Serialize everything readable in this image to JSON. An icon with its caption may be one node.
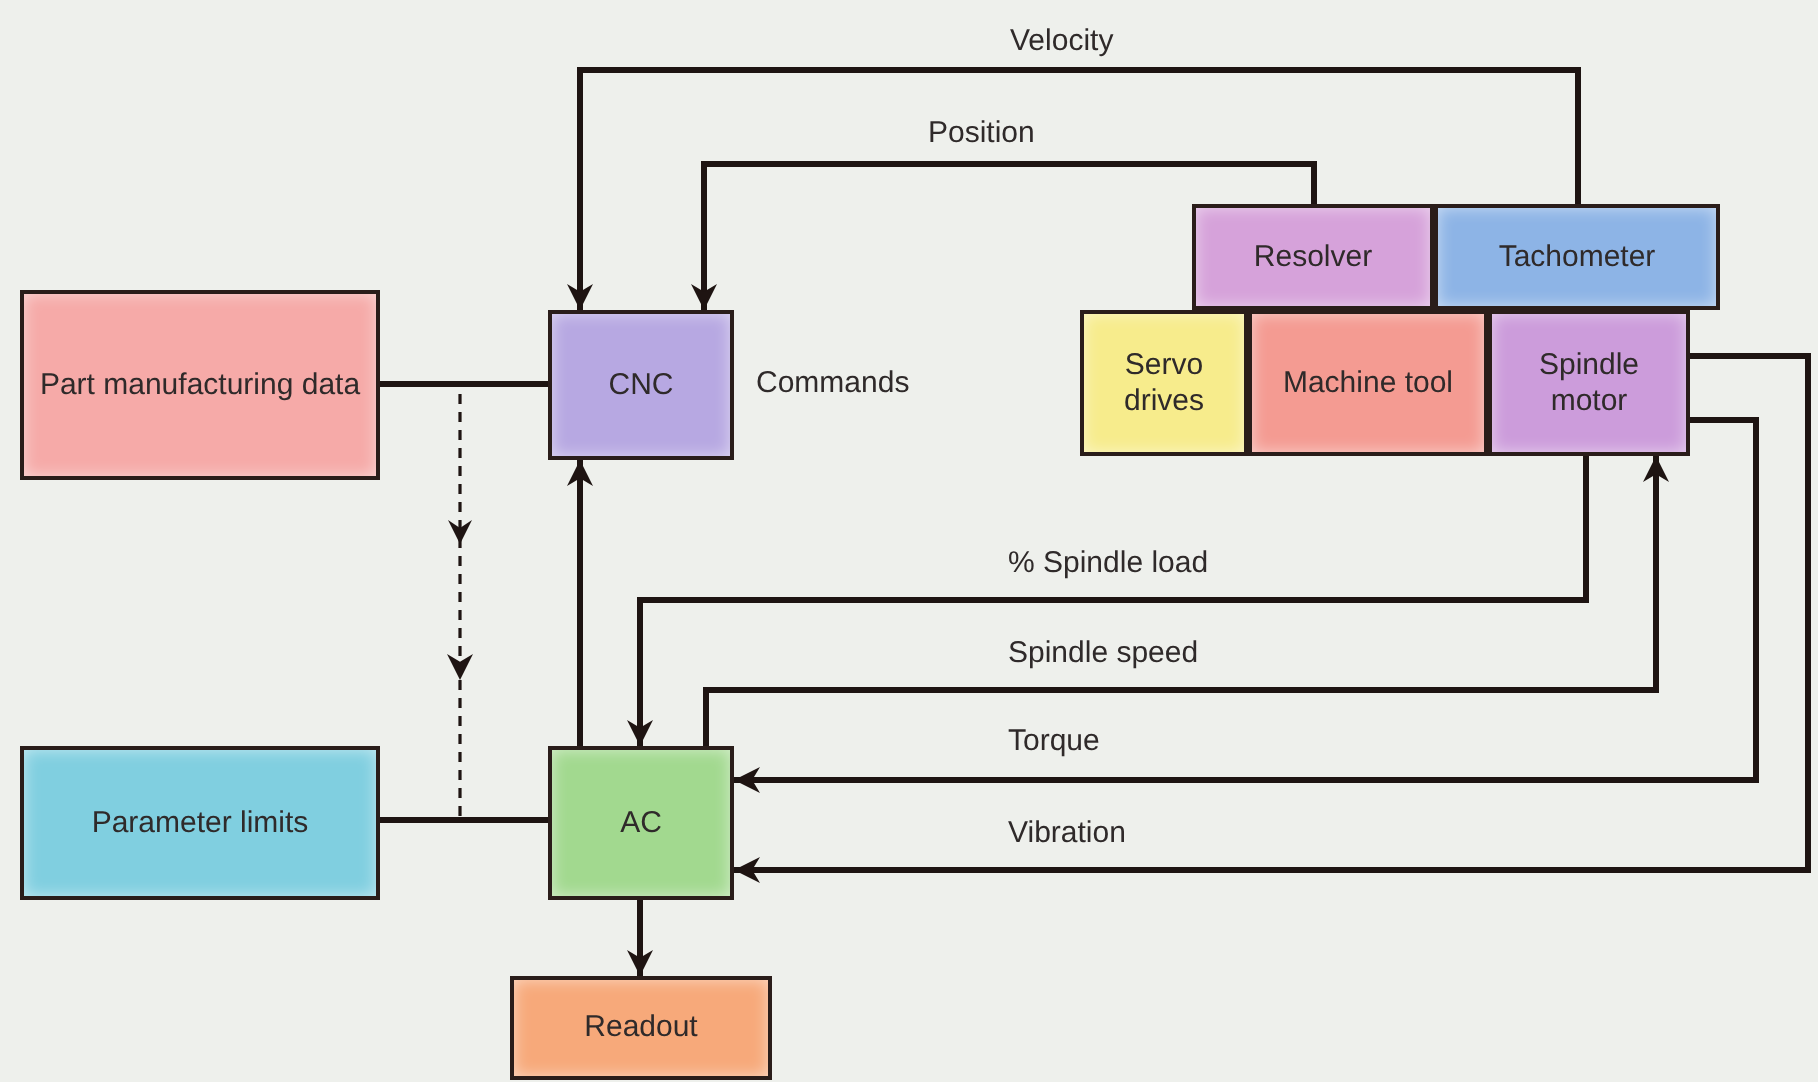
{
  "diagram": {
    "nodes": [
      {
        "text": [
          "Part manufacturing data"
        ]
      },
      {
        "text": [
          "CNC"
        ],
        "beside": [
          "Commands"
        ]
      },
      {
        "text": [
          "Resolver"
        ]
      },
      {
        "text": [
          "Tachometer"
        ]
      },
      {
        "text": [
          "Servo drives"
        ]
      },
      {
        "text": [
          "Machine tool"
        ]
      },
      {
        "text": [
          "Spindle motor"
        ]
      },
      {
        "text": [
          "Parameter limits"
        ]
      },
      {
        "text": [
          "AC"
        ]
      },
      {
        "text": [
          "Readout"
        ]
      }
    ],
    "edges": [
      {
        "from": 3,
        "to": 1,
        "arrow": "to",
        "label": "Velocity"
      },
      {
        "from": 2,
        "to": 1,
        "arrow": "to",
        "label": "Position"
      },
      {
        "from": 0,
        "to": 1,
        "arrow": "none"
      },
      {
        "from": 0,
        "to": null,
        "arrow": "to",
        "style": "dashed"
      },
      {
        "from": 7,
        "to": 8,
        "arrow": "none"
      },
      {
        "from": 8,
        "to": 1,
        "arrow": "to"
      },
      {
        "from": 8,
        "to": 9,
        "arrow": "to"
      },
      {
        "from": 6,
        "to": 8,
        "arrow": "to",
        "label": "% Spindle load"
      },
      {
        "from": 8,
        "to": 6,
        "arrow": "to",
        "label": "Spindle speed"
      },
      {
        "from": 6,
        "to": 8,
        "arrow": "to",
        "label": "Torque"
      },
      {
        "from": 6,
        "to": 8,
        "arrow": "to",
        "label": "Vibration"
      }
    ]
  }
}
